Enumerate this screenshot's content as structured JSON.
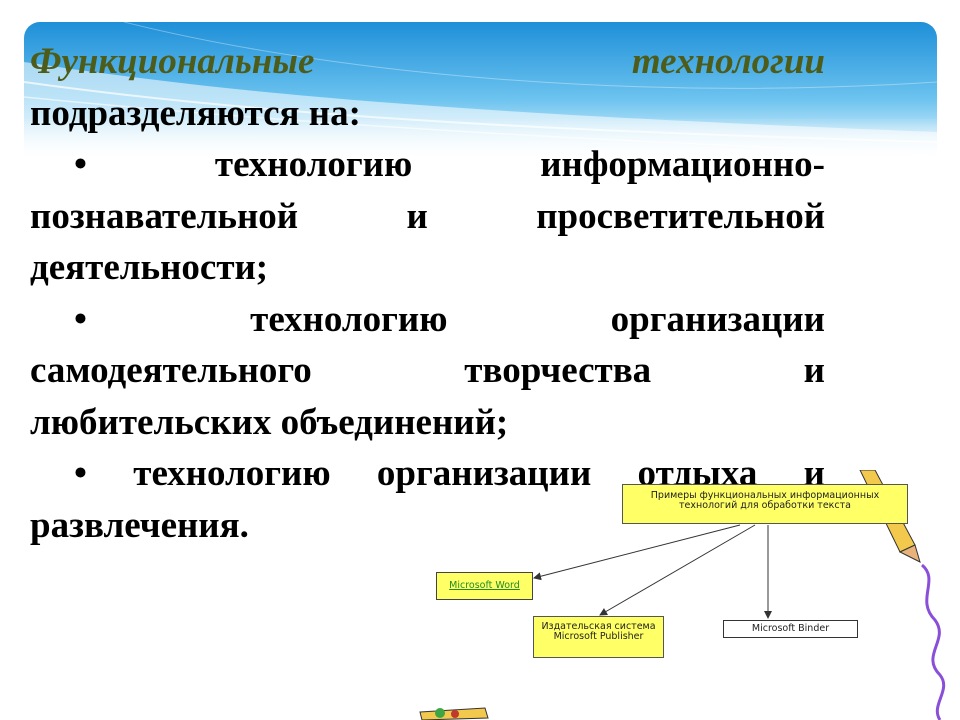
{
  "slide": {
    "heading_em_1": "Функциональные",
    "heading_em_2": "технологии",
    "heading_rest": "подразделяются на:",
    "bullet_symbol": "•",
    "item1_l1a": "технологию",
    "item1_l1b": "информационно-",
    "item1_l2a": "познавательной",
    "item1_l2b": "и",
    "item1_l2c": "просветительной",
    "item1_l3": "деятельности;",
    "item2_l1a": "технологию",
    "item2_l1b": "организации",
    "item2_l2a": "самодеятельного",
    "item2_l2b": "творчества",
    "item2_l2c": "и",
    "item2_l3": "любительских объединений;",
    "item3_l1": "технологию организации отдыха и",
    "item3_l2": "развлечения."
  },
  "diagram": {
    "top_box": "Примеры функциональных информационных технологий для обработки текста",
    "word_box": "Microsoft Word",
    "publisher_box": "Издательская система Microsoft Publisher",
    "binder_box": "Microsoft Binder"
  },
  "colors": {
    "heading_em": "#4e5c1a",
    "banner_blue": "#1e90d6",
    "box_yellow": "#ffff66"
  }
}
